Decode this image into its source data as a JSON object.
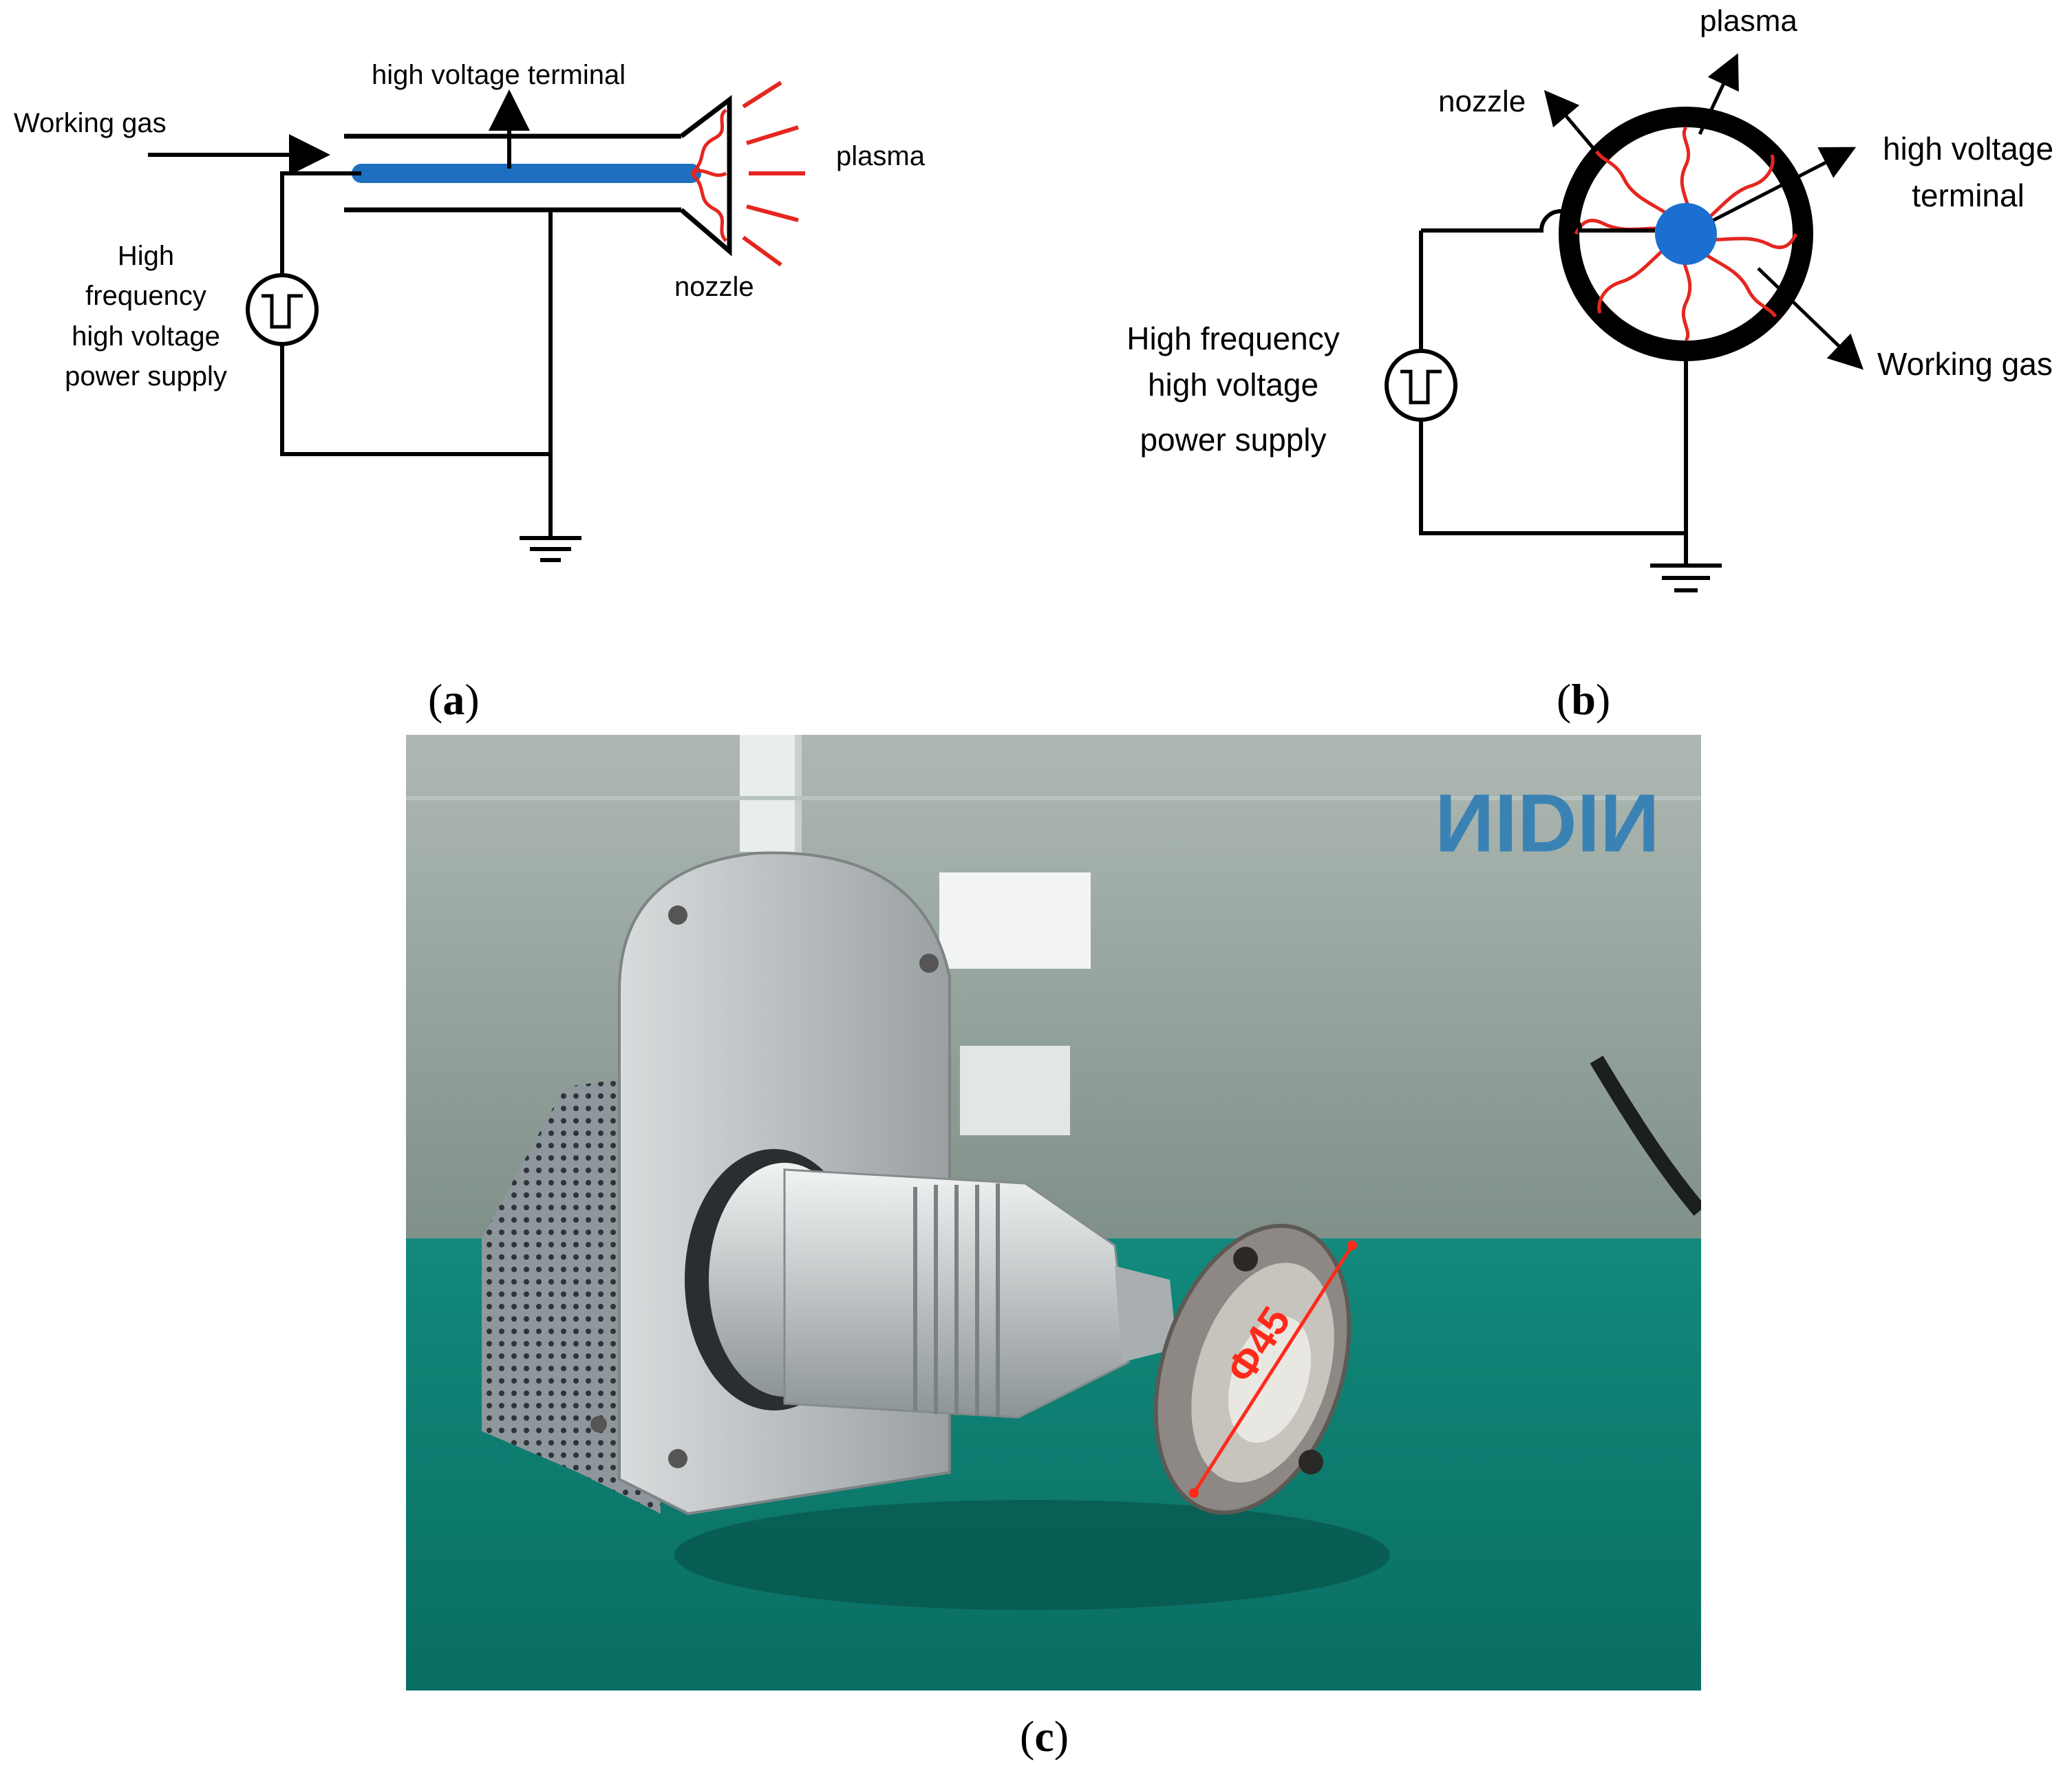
{
  "diagram_a": {
    "working_gas": "Working gas",
    "hv_terminal": "high voltage terminal",
    "plasma": "plasma",
    "nozzle": "nozzle",
    "supply": [
      "High",
      "frequency",
      "high voltage",
      "power supply"
    ]
  },
  "diagram_b": {
    "plasma": "plasma",
    "nozzle": "nozzle",
    "hv_terminal": [
      "high voltage",
      "terminal"
    ],
    "working_gas": "Working gas",
    "supply": [
      "High frequency",
      "high voltage",
      "power supply"
    ]
  },
  "captions": {
    "a": "(a)",
    "a_open": "(",
    "a_letter": "a",
    "a_close": ")",
    "b_open": "(",
    "b_letter": "b",
    "b_close": ")",
    "c_open": "(",
    "c_letter": "c",
    "c_close": ")"
  },
  "photo": {
    "dimension_label": "Φ45",
    "wall_logo_text": "NIDIN"
  },
  "colors": {
    "electrode": "#1f6fc0",
    "plasma": "#e5261f",
    "center": "#1a6fd0",
    "table": "#0e8174",
    "wall": "#9aa8a2"
  }
}
